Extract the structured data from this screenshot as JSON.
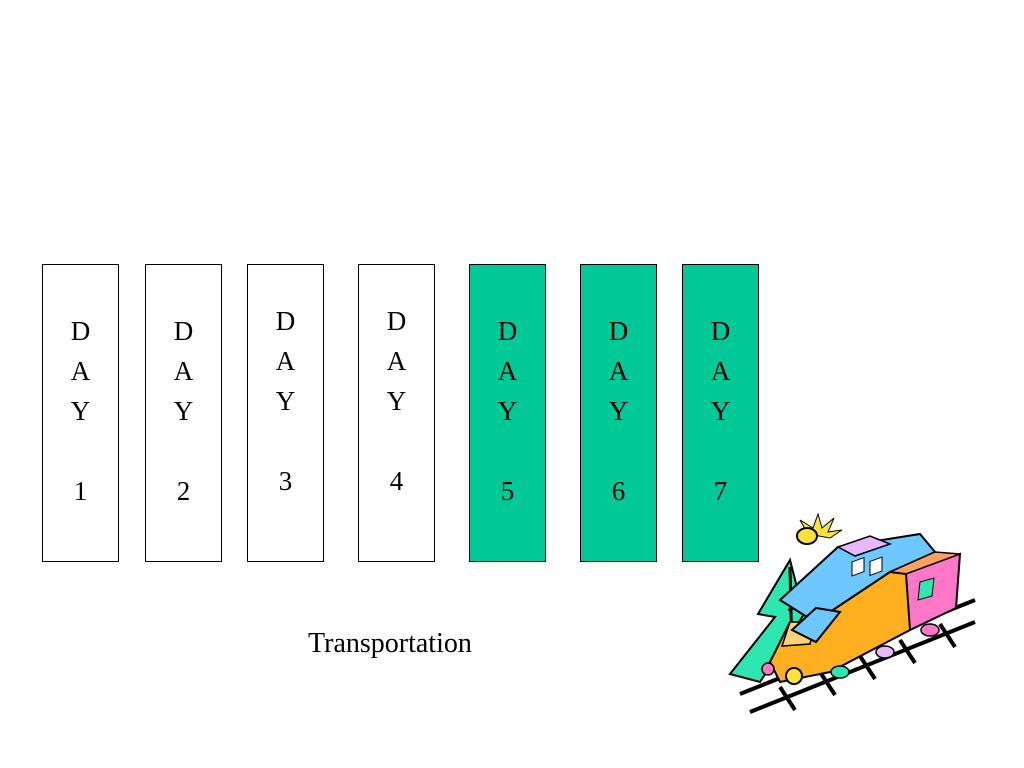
{
  "days": [
    {
      "letters": [
        "D",
        "A",
        "Y"
      ],
      "number": "1",
      "highlighted": false
    },
    {
      "letters": [
        "D",
        "A",
        "Y"
      ],
      "number": "2",
      "highlighted": false
    },
    {
      "letters": [
        "D",
        "A",
        "Y"
      ],
      "number": "3",
      "highlighted": false
    },
    {
      "letters": [
        "D",
        "A",
        "Y"
      ],
      "number": "4",
      "highlighted": false
    },
    {
      "letters": [
        "D",
        "A",
        "Y"
      ],
      "number": "5",
      "highlighted": true
    },
    {
      "letters": [
        "D",
        "A",
        "Y"
      ],
      "number": "6",
      "highlighted": true
    },
    {
      "letters": [
        "D",
        "A",
        "Y"
      ],
      "number": "7",
      "highlighted": true
    }
  ],
  "caption": "Transportation",
  "colors": {
    "highlight": "#00c896",
    "background": "#ffffff",
    "border": "#000000"
  },
  "illustration": "train-clipart"
}
